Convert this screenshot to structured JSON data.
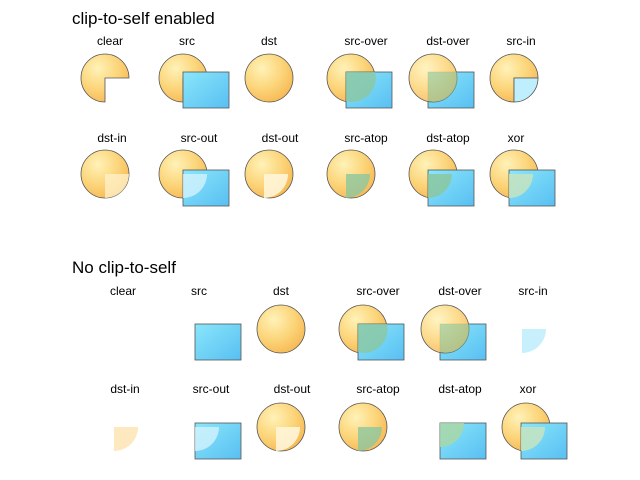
{
  "sections": [
    {
      "title": "clip-to-self enabled",
      "clip_to_self": true,
      "modes": [
        "clear",
        "src",
        "dst",
        "src-over",
        "dst-over",
        "src-in",
        "dst-in",
        "src-out",
        "dst-out",
        "src-atop",
        "dst-atop",
        "xor"
      ]
    },
    {
      "title": "No clip-to-self",
      "clip_to_self": false,
      "modes": [
        "clear",
        "src",
        "dst",
        "src-over",
        "dst-over",
        "src-in",
        "dst-in",
        "src-out",
        "dst-out",
        "src-atop",
        "dst-atop",
        "xor"
      ]
    }
  ],
  "colors": {
    "dst_circle": "#fcd67c",
    "src_rect": "#6ccdf5",
    "overlap_green": "#8cc7a0",
    "stroke": "#555555"
  }
}
